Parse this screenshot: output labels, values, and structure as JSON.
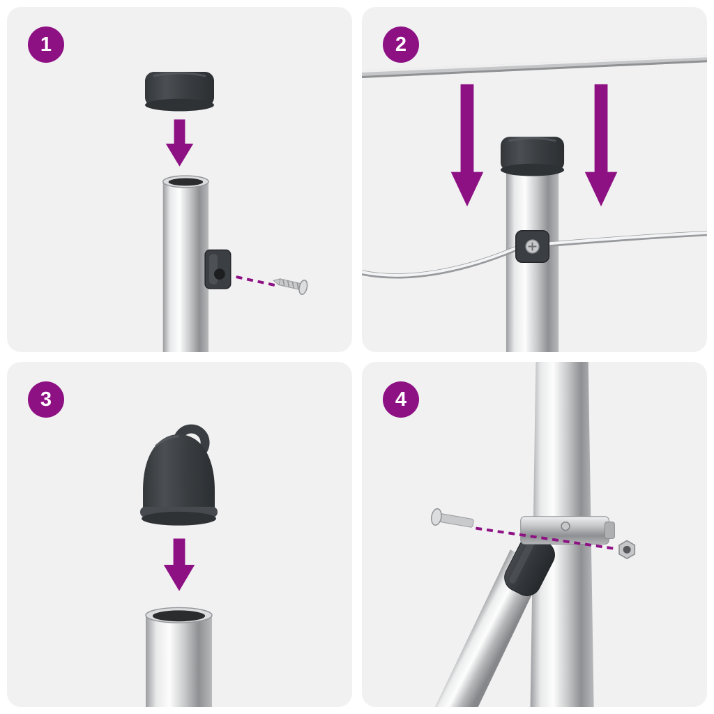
{
  "document": {
    "type": "assembly-instructions",
    "accent_color": "#8e1184",
    "panel_background": "#f1f1f2",
    "page_background": "#ffffff",
    "cap_color": "#3a3d41",
    "metal_highlight": "#fdfdfd",
    "metal_shadow": "#8e9093"
  },
  "icons": {
    "step_arrow": "down-arrow",
    "guide_line": "dashed-line"
  },
  "steps": [
    {
      "number": "1"
    },
    {
      "number": "2"
    },
    {
      "number": "3"
    },
    {
      "number": "4"
    }
  ]
}
